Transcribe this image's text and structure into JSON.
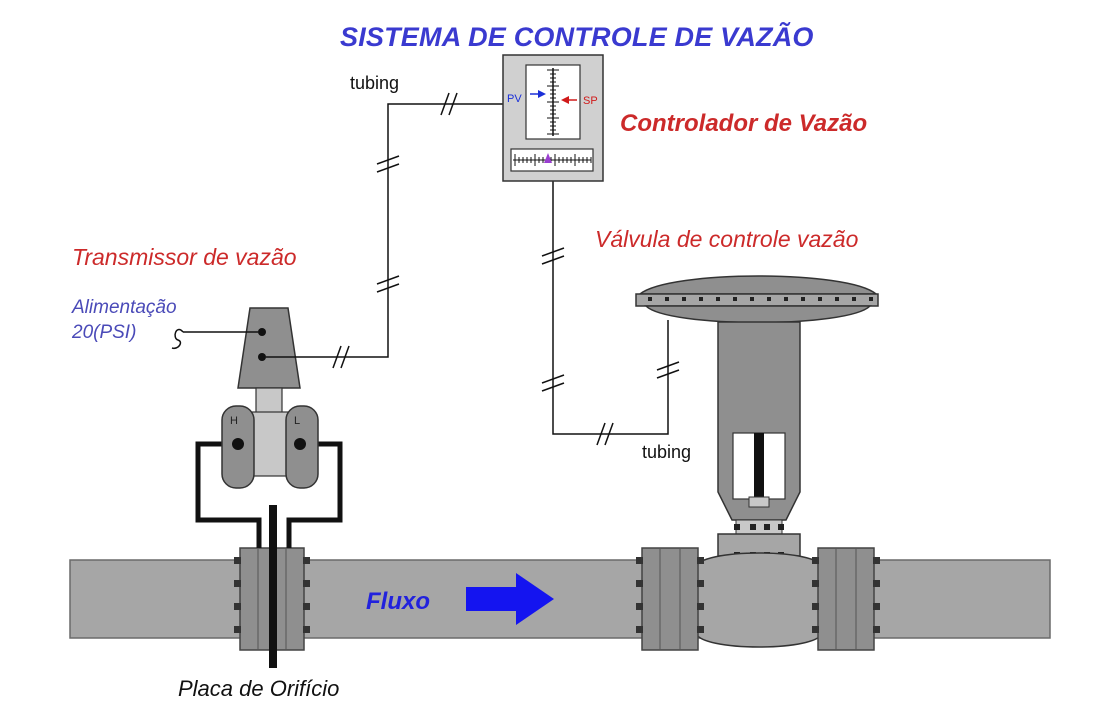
{
  "title": "SISTEMA DE CONTROLE DE VAZÃO",
  "labels": {
    "tubing_top": "tubing",
    "tubing_bottom": "tubing",
    "controlador": "Controlador de Vazão",
    "valvula": "Válvula de controle vazão",
    "transmissor": "Transmissor de vazão",
    "alimentacao_line1": "Alimentação",
    "alimentacao_line2": "20(PSI)",
    "fluxo": "Fluxo",
    "placa": "Placa de Orifício"
  },
  "controller": {
    "pv": "PV",
    "sp": "SP"
  },
  "transmitter": {
    "high": "H",
    "low": "L"
  },
  "colors": {
    "title": "#3a3ad0",
    "red_label": "#cc2a2a",
    "blue_label": "#4a4ab8",
    "pipe": "#a6a6a6",
    "equipment": "#8f8f8f",
    "flow_arrow": "#1414f0",
    "pv_marker": "#1a2fd8",
    "sp_marker": "#d01a1a",
    "output_marker": "#9a3ed0"
  }
}
